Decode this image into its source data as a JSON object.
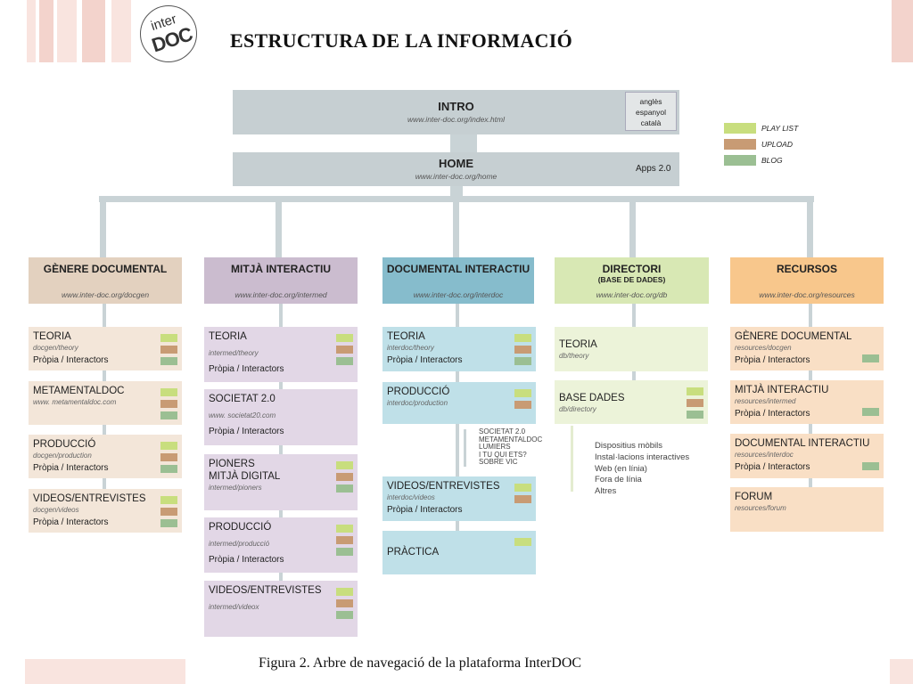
{
  "header": {
    "logo_line1": "inter",
    "logo_line2": "DOC",
    "title": "ESTRUCTURA DE LA INFORMACIÓ"
  },
  "caption": "Figura 2. Arbre de navegació de la plataforma InterDOC",
  "colors": {
    "stripe": "#f6d9d3",
    "connector": "#c9d3d6",
    "top_box": "#c6cfd2",
    "playlist": "#c8de7e",
    "upload": "#c89b74",
    "blog": "#9bbf93"
  },
  "intro": {
    "title": "INTRO",
    "url": "www.inter-doc.org/index.html",
    "languages": [
      "anglès",
      "espanyol",
      "català"
    ]
  },
  "home": {
    "title": "HOME",
    "url": "www.inter-doc.org/home",
    "apps": "Apps 2.0"
  },
  "legend": [
    {
      "label": "PLAY LIST",
      "color": "#c8de7e"
    },
    {
      "label": "UPLOAD",
      "color": "#c89b74"
    },
    {
      "label": "BLOG",
      "color": "#9bbf93"
    }
  ],
  "columns": [
    {
      "title": "GÈNERE DOCUMENTAL",
      "subtitle": "",
      "url": "www.inter-doc.org/docgen",
      "header_color": "#e3d1bf",
      "card_color": "#f3e6d9",
      "items": [
        {
          "title": "TEORIA",
          "url": "docgen/theory",
          "note": "Pròpia / Interactors",
          "badges": [
            "pl",
            "up",
            "bl"
          ]
        },
        {
          "title": "METAMENTALDOC",
          "url": "www. metamentaldoc.com",
          "note": "",
          "badges": [
            "pl",
            "up",
            "bl"
          ]
        },
        {
          "title": "PRODUCCIÓ",
          "url": "docgen/production",
          "note": "Pròpia / Interactors",
          "badges": [
            "pl",
            "up",
            "bl"
          ]
        },
        {
          "title": "VIDEOS/ENTREVISTES",
          "url": "docgen/videos",
          "note": "Pròpia / Interactors",
          "badges": [
            "pl",
            "up",
            "bl"
          ]
        }
      ]
    },
    {
      "title": "MITJÀ INTERACTIU",
      "subtitle": "",
      "url": "www.inter-doc.org/intermed",
      "header_color": "#cbbccf",
      "card_color": "#e2d7e6",
      "items": [
        {
          "title": "TEORIA",
          "url": "intermed/theory",
          "note": "Pròpia / Interactors",
          "badges": [
            "pl",
            "up",
            "bl"
          ]
        },
        {
          "title": "SOCIETAT 2.0",
          "url": "www. societat20.com",
          "note": "Pròpia / Interactors",
          "badges": []
        },
        {
          "title": "PIONERS\nMITJÀ DIGITAL",
          "url": "intermed/pioners",
          "note": "",
          "badges": [
            "pl",
            "up",
            "bl"
          ]
        },
        {
          "title": "PRODUCCIÓ",
          "url": "intermed/producció",
          "note": "Pròpia / Interactors",
          "badges": [
            "pl",
            "up",
            "bl"
          ]
        },
        {
          "title": "VIDEOS/ENTREVISTES",
          "url": "intermed/videox",
          "note": "",
          "badges": [
            "pl",
            "up",
            "bl"
          ]
        }
      ]
    },
    {
      "title": "DOCUMENTAL INTERACTIU",
      "subtitle": "",
      "url": "www.inter-doc.org/interdoc",
      "header_color": "#86bccc",
      "card_color": "#bfe0e8",
      "items": [
        {
          "title": "TEORIA",
          "url": "interdoc/theory",
          "note": "Pròpia / Interactors",
          "badges": [
            "pl",
            "up",
            "bl"
          ]
        },
        {
          "title": "PRODUCCIÓ",
          "url": "interdoc/production",
          "note": "",
          "badges": [
            "pl",
            "up"
          ]
        },
        {
          "title": "VIDEOS/ENTREVISTES",
          "url": "interdoc/videos",
          "note": "Pròpia / Interactors",
          "badges": [
            "pl",
            "up"
          ]
        },
        {
          "title": "PRÀCTICA",
          "url": "",
          "note": "",
          "badges": [
            "pl"
          ]
        }
      ],
      "sublist": [
        "SOCIETAT 2.0",
        "METAMENTALDOC",
        "LUMIERS",
        "I TU QUI ETS?",
        "SOBRE VIC"
      ]
    },
    {
      "title": "DIRECTORI",
      "subtitle": "(BASE DE DADES)",
      "url": "www.inter-doc.org/db",
      "header_color": "#d8e8b4",
      "card_color": "#ecf3d9",
      "items": [
        {
          "title": "TEORIA",
          "url": "db/theory",
          "note": "",
          "badges": []
        },
        {
          "title": "BASE DADES",
          "url": "db/directory",
          "note": "",
          "badges": [
            "pl",
            "up",
            "bl"
          ]
        }
      ],
      "sublist": [
        "Dispositius mòbils",
        "Instal·lacions interactives",
        "Web (en línia)",
        "Fora de línia",
        "Altres"
      ]
    },
    {
      "title": "RECURSOS",
      "subtitle": "",
      "url": "www.inter-doc.org/resources",
      "header_color": "#f8c78c",
      "card_color": "#f9dfc5",
      "items": [
        {
          "title": "GÈNERE DOCUMENTAL",
          "url": "resources/docgen",
          "note": "Pròpia / Interactors",
          "badges": [
            "bl"
          ]
        },
        {
          "title": "MITJÀ INTERACTIU",
          "url": "resources/intermed",
          "note": "Pròpia / Interactors",
          "badges": [
            "bl"
          ]
        },
        {
          "title": "DOCUMENTAL INTERACTIU",
          "url": "resources/interdoc",
          "note": "Pròpia / Interactors",
          "badges": [
            "bl"
          ]
        },
        {
          "title": "FORUM",
          "url": "resources/forum",
          "note": "",
          "badges": []
        }
      ]
    }
  ]
}
